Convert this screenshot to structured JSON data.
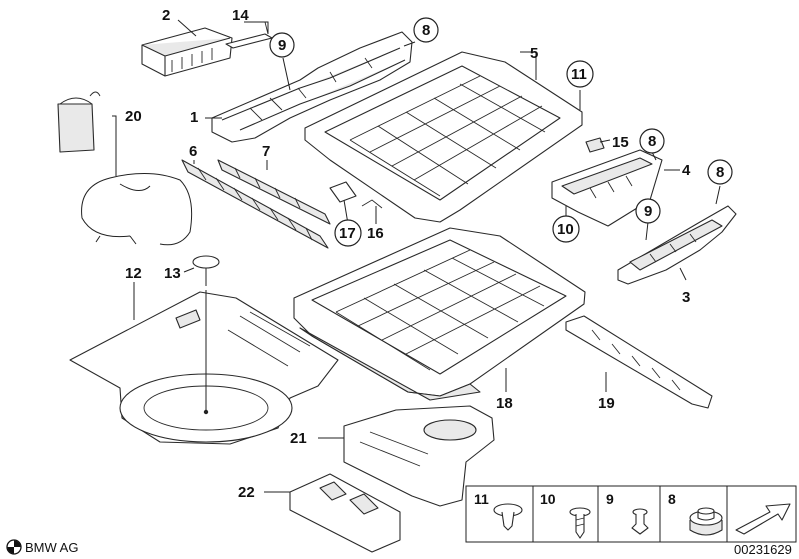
{
  "callouts": {
    "p1": "1",
    "p2": "2",
    "p3": "3",
    "p4": "4",
    "p5": "5",
    "p6": "6",
    "p7": "7",
    "p8a": "8",
    "p8b": "8",
    "p8c": "8",
    "p9a": "9",
    "p9b": "9",
    "p10": "10",
    "p11": "11",
    "p12": "12",
    "p13": "13",
    "p14": "14",
    "p15": "15",
    "p16": "16",
    "p17": "17",
    "p18": "18",
    "p19": "19",
    "p20": "20",
    "p21": "21",
    "p22": "22"
  },
  "legend": {
    "n11": "11",
    "n10": "10",
    "n9": "9",
    "n8": "8"
  },
  "footer": {
    "brand": "BMW AG",
    "diagram_number": "00231629"
  },
  "colors": {
    "line": "#2a2a2a",
    "fill": "#ffffff",
    "shade": "#e9e9e9"
  }
}
